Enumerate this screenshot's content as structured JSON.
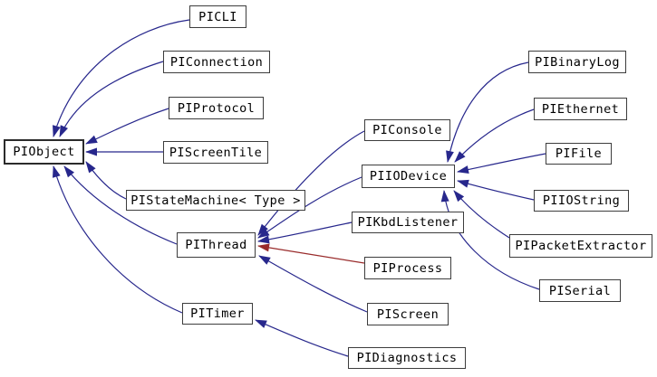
{
  "diagram": {
    "kind": "class-inheritance-graph",
    "colors": {
      "background": "#ffffff",
      "node_fill": "#ffffff",
      "node_border": "#3d3d3d",
      "node_text": "#000000",
      "edge_public_inheritance": "#27278c",
      "edge_private_inheritance": "#992b2b"
    },
    "nodes": [
      {
        "id": "piobject",
        "label": "PIObject",
        "current": true
      },
      {
        "id": "picli",
        "label": "PICLI",
        "current": false
      },
      {
        "id": "piconnection",
        "label": "PIConnection",
        "current": false
      },
      {
        "id": "piprotocol",
        "label": "PIProtocol",
        "current": false
      },
      {
        "id": "piscreentile",
        "label": "PIScreenTile",
        "current": false
      },
      {
        "id": "pistatemachine",
        "label": "PIStateMachine< Type >",
        "current": false
      },
      {
        "id": "pithread",
        "label": "PIThread",
        "current": false
      },
      {
        "id": "pitimer",
        "label": "PITimer",
        "current": false
      },
      {
        "id": "piconsole",
        "label": "PIConsole",
        "current": false
      },
      {
        "id": "piiodevice",
        "label": "PIIODevice",
        "current": false
      },
      {
        "id": "pikbdlistener",
        "label": "PIKbdListener",
        "current": false
      },
      {
        "id": "piprocess",
        "label": "PIProcess",
        "current": false
      },
      {
        "id": "piscreen",
        "label": "PIScreen",
        "current": false
      },
      {
        "id": "pidiagnostics",
        "label": "PIDiagnostics",
        "current": false
      },
      {
        "id": "pibinarylog",
        "label": "PIBinaryLog",
        "current": false
      },
      {
        "id": "piethernet",
        "label": "PIEthernet",
        "current": false
      },
      {
        "id": "pifile",
        "label": "PIFile",
        "current": false
      },
      {
        "id": "piiostring",
        "label": "PIIOString",
        "current": false
      },
      {
        "id": "pipacketextractor",
        "label": "PIPacketExtractor",
        "current": false
      },
      {
        "id": "piserial",
        "label": "PISerial",
        "current": false
      }
    ],
    "edges": [
      {
        "from": "PICLI",
        "to": "PIObject",
        "relation": "public"
      },
      {
        "from": "PIConnection",
        "to": "PIObject",
        "relation": "public"
      },
      {
        "from": "PIProtocol",
        "to": "PIObject",
        "relation": "public"
      },
      {
        "from": "PIScreenTile",
        "to": "PIObject",
        "relation": "public"
      },
      {
        "from": "PIStateMachine< Type >",
        "to": "PIObject",
        "relation": "public"
      },
      {
        "from": "PIThread",
        "to": "PIObject",
        "relation": "public"
      },
      {
        "from": "PITimer",
        "to": "PIObject",
        "relation": "public"
      },
      {
        "from": "PIConsole",
        "to": "PIThread",
        "relation": "public"
      },
      {
        "from": "PIIODevice",
        "to": "PIThread",
        "relation": "public"
      },
      {
        "from": "PIKbdListener",
        "to": "PIThread",
        "relation": "public"
      },
      {
        "from": "PIProcess",
        "to": "PIThread",
        "relation": "private"
      },
      {
        "from": "PIScreen",
        "to": "PIThread",
        "relation": "public"
      },
      {
        "from": "PIDiagnostics",
        "to": "PITimer",
        "relation": "public"
      },
      {
        "from": "PIBinaryLog",
        "to": "PIIODevice",
        "relation": "public"
      },
      {
        "from": "PIEthernet",
        "to": "PIIODevice",
        "relation": "public"
      },
      {
        "from": "PIFile",
        "to": "PIIODevice",
        "relation": "public"
      },
      {
        "from": "PIIOString",
        "to": "PIIODevice",
        "relation": "public"
      },
      {
        "from": "PIPacketExtractor",
        "to": "PIIODevice",
        "relation": "public"
      },
      {
        "from": "PISerial",
        "to": "PIIODevice",
        "relation": "public"
      }
    ]
  }
}
